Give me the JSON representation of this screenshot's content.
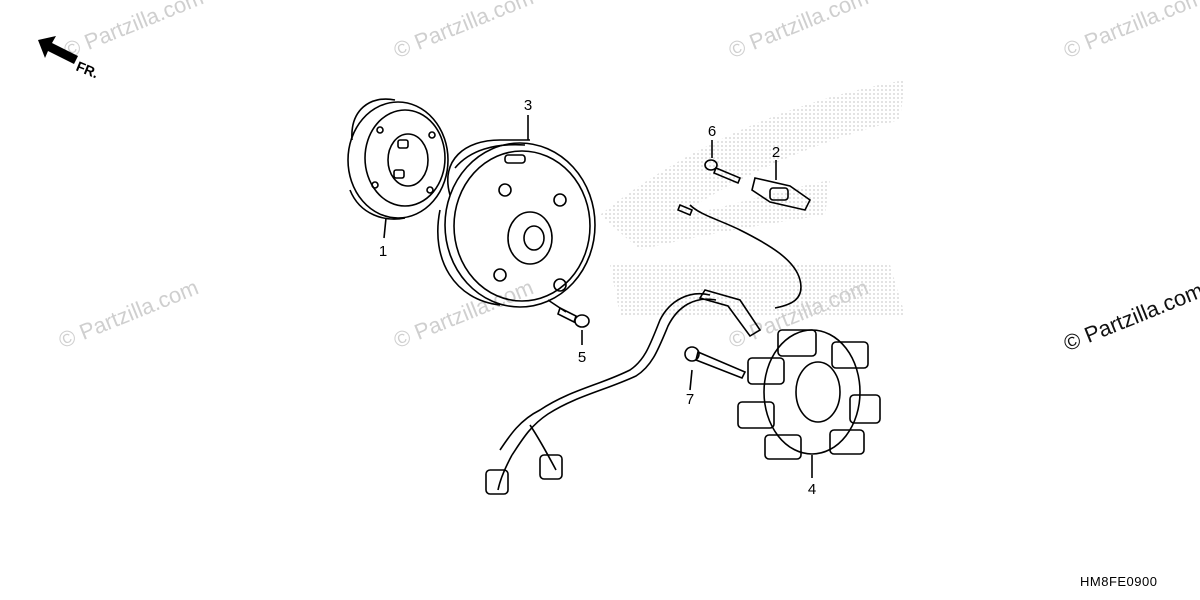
{
  "direction_label": "FR.",
  "copyright_notice": "© Partzilla.com",
  "watermark_text": "© Partzilla.com",
  "diagram_code": "HM8FE0900",
  "callouts": [
    "1",
    "2",
    "3",
    "4",
    "5",
    "6",
    "7"
  ],
  "colors": {
    "line": "#000000",
    "watermark": "#cfcfcf",
    "logo_halftone": "#d8d8d8"
  }
}
